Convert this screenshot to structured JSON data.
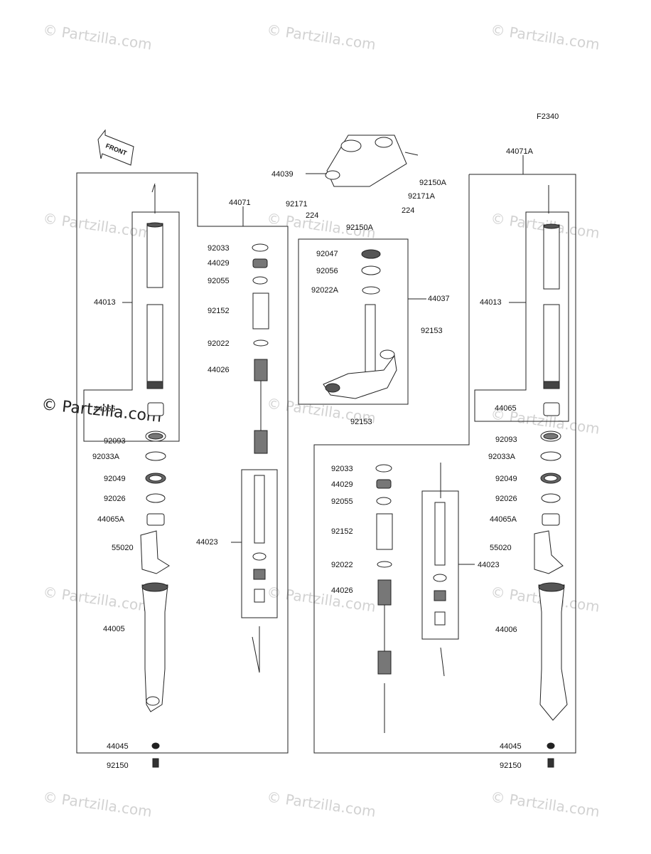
{
  "diagram_code": "F2340",
  "front_label": "FRONT",
  "watermark": "© Partzilla.com",
  "watermark_dark": "© Partzilla.com",
  "labels": {
    "44039": "44039",
    "92150A_top": "92150A",
    "92171": "92171",
    "92171A": "92171A",
    "224_left": "224",
    "224_right": "224",
    "92150A_bottom": "92150A",
    "44071": "44071",
    "44071A": "44071A",
    "44013_left": "44013",
    "44013_right": "44013",
    "92033_left": "92033",
    "44029_left": "44029",
    "92055_left": "92055",
    "92152_left": "92152",
    "92022_left": "92022",
    "44026_left": "44026",
    "44023_left": "44023",
    "92047": "92047",
    "92056": "92056",
    "92022A": "92022A",
    "44037": "44037",
    "92153_upper": "92153",
    "92153_lower": "92153",
    "44065_left": "44065",
    "92093_left": "92093",
    "92033A_left": "92033A",
    "92049_left": "92049",
    "92026_left": "92026",
    "44065A_left": "44065A",
    "55020_left": "55020",
    "44005": "44005",
    "44045_left": "44045",
    "92150_left": "92150",
    "92033_right": "92033",
    "44029_right": "44029",
    "92055_right": "92055",
    "92152_right": "92152",
    "92022_right": "92022",
    "44026_right": "44026",
    "44023_right": "44023",
    "44065_right": "44065",
    "92093_right": "92093",
    "92033A_right": "92033A",
    "92049_right": "92049",
    "92026_right": "92026",
    "44065A_right": "44065A",
    "55020_right": "55020",
    "44006": "44006",
    "44045_right": "44045",
    "92150_right": "92150"
  }
}
